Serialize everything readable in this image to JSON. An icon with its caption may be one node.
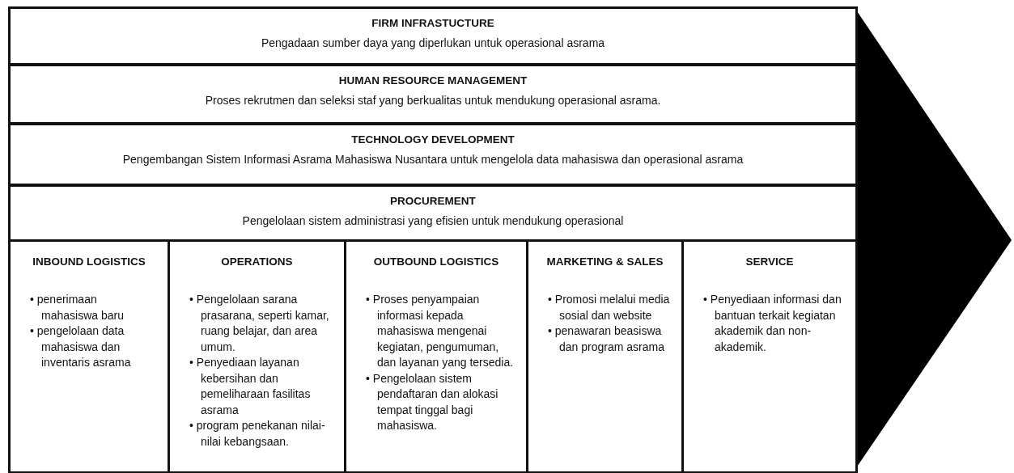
{
  "diagram": {
    "nodes": [
      {
        "text": [
          "FIRM INFRASTUCTURE",
          "Pengadaan sumber daya yang diperlukan untuk operasional asrama"
        ]
      },
      {
        "text": [
          "HUMAN RESOURCE MANAGEMENT",
          "Proses rekrutmen dan seleksi staf yang berkualitas untuk mendukung operasional asrama."
        ]
      },
      {
        "text": [
          "TECHNOLOGY DEVELOPMENT",
          "Pengembangan Sistem Informasi Asrama Mahasiswa Nusantara untuk mengelola data mahasiswa dan operasional asrama"
        ]
      },
      {
        "text": [
          "PROCUREMENT",
          "Pengelolaan sistem administrasi yang efisien untuk mendukung operasional"
        ]
      },
      {
        "text": [
          "INBOUND LOGISTICS",
          "• penerimaan mahasiswa baru",
          "• pengelolaan data mahasiswa dan inventaris asrama"
        ]
      },
      {
        "text": [
          "OPERATIONS",
          "• Pengelolaan sarana prasarana, seperti kamar, ruang belajar, dan area umum.",
          "• Penyediaan layanan kebersihan dan pemeliharaan fasilitas asrama",
          "• program penekanan nilai-nilai kebangsaan."
        ]
      },
      {
        "text": [
          "OUTBOUND LOGISTICS",
          "• Proses penyampaian informasi kepada mahasiswa mengenai kegiatan, pengumuman, dan layanan yang tersedia.",
          "• Pengelolaan sistem pendaftaran dan alokasi tempat tinggal bagi mahasiswa."
        ]
      },
      {
        "text": [
          "MARKETING & SALES",
          "• Promosi melalui media sosial dan website",
          "• penawaran beasiswa dan program asrama"
        ]
      },
      {
        "text": [
          "SERVICE",
          "• Penyediaan informasi dan bantuan terkait kegiatan akademik dan non-akademik."
        ]
      }
    ]
  }
}
